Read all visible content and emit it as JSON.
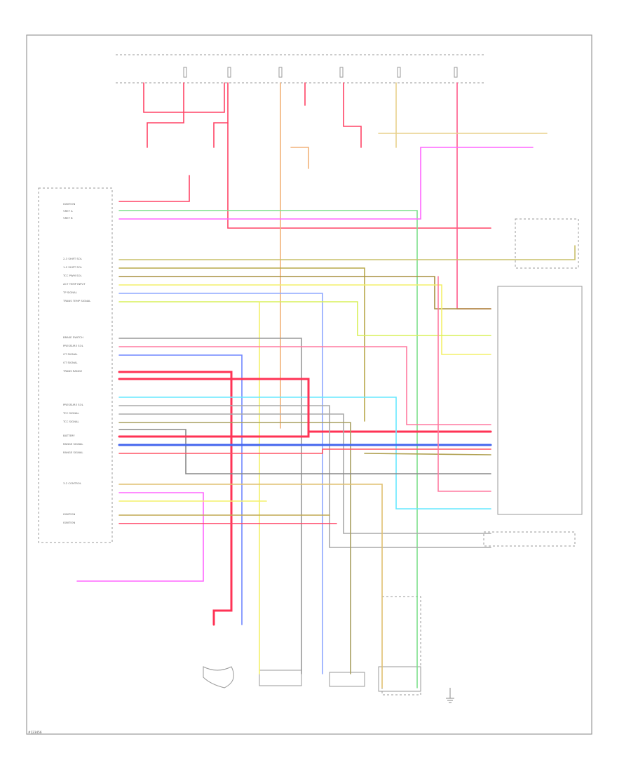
{
  "diagram": {
    "pcm_pins": [
      "IGNITION",
      "VREF A",
      "VREF B",
      "",
      "",
      "",
      "2-3 SHIFT SOL",
      "1-2 SHIFT SOL",
      "TCC PWM SOL",
      "ACT TEMP INPUT",
      "TP SIGNAL",
      "TRANS TEMP SIGNAL",
      "",
      "",
      "BRAKE SWITCH",
      "PRESSURE SOL",
      "OT SIGNAL",
      "OT SIGNAL",
      "TRANS RANGE",
      "",
      "",
      "PRESSURE SOL",
      "TCC SIGNAL",
      "TCC SIGNAL",
      "",
      "BATTERY",
      "RANGE SIGNAL",
      "RANGE SIGNAL",
      "",
      "",
      "3-2 CONTROL",
      "",
      "",
      "IGNITION",
      "IGNITION"
    ],
    "footer_code": "#123456"
  }
}
